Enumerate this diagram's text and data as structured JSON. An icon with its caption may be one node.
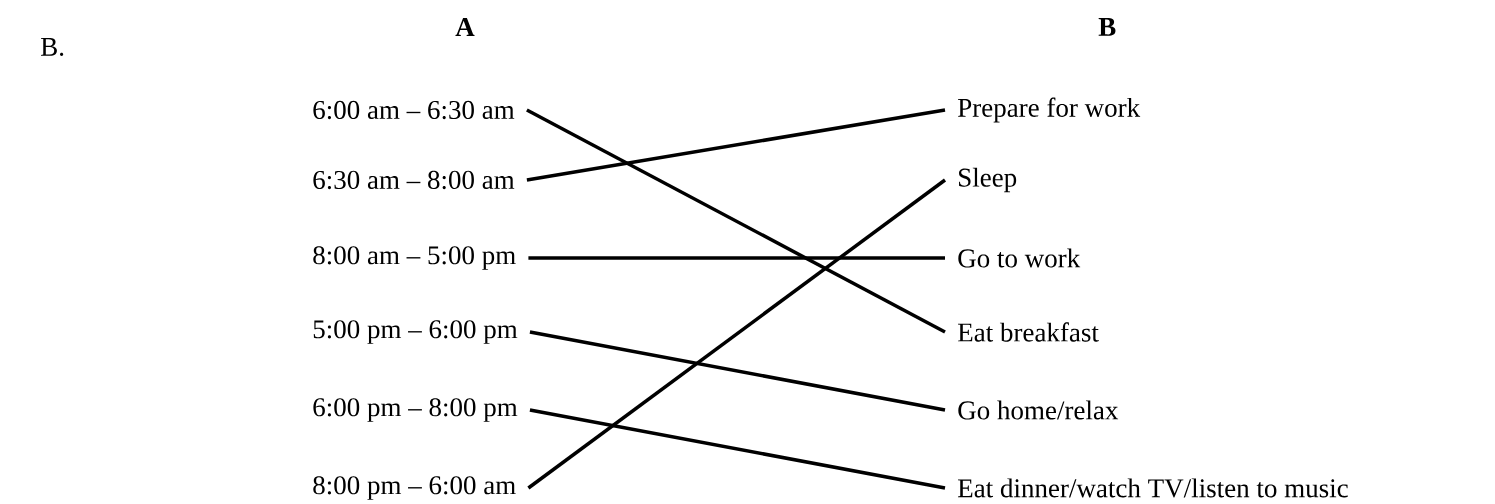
{
  "diagram": {
    "nodes": [
      {
        "text": [
          "6:00 am – 6:30 am"
        ]
      },
      {
        "text": [
          "6:30 am – 8:00 am"
        ]
      },
      {
        "text": [
          "8:00 am – 5:00 pm"
        ]
      },
      {
        "text": [
          "5:00 pm – 6:00 pm"
        ]
      },
      {
        "text": [
          "6:00 pm – 8:00 pm"
        ]
      },
      {
        "text": [
          "8:00 pm – 6:00 am"
        ]
      },
      {
        "text": [
          "Prepare for work"
        ]
      },
      {
        "text": [
          "Sleep"
        ]
      },
      {
        "text": [
          "Go to work"
        ]
      },
      {
        "text": [
          "Eat breakfast"
        ]
      },
      {
        "text": [
          "Go home/relax"
        ]
      },
      {
        "text": [
          "Eat dinner/watch TV/listen to music"
        ]
      }
    ],
    "edges": [
      {
        "from": 0,
        "to": 9,
        "arrow": "none"
      },
      {
        "from": 1,
        "to": 6,
        "arrow": "none"
      },
      {
        "from": 2,
        "to": 8,
        "arrow": "none"
      },
      {
        "from": 3,
        "to": 10,
        "arrow": "none"
      },
      {
        "from": 4,
        "to": 11,
        "arrow": "none"
      },
      {
        "from": 5,
        "to": 7,
        "arrow": "none"
      }
    ],
    "labels": [
      "B.",
      "A",
      "B"
    ]
  }
}
